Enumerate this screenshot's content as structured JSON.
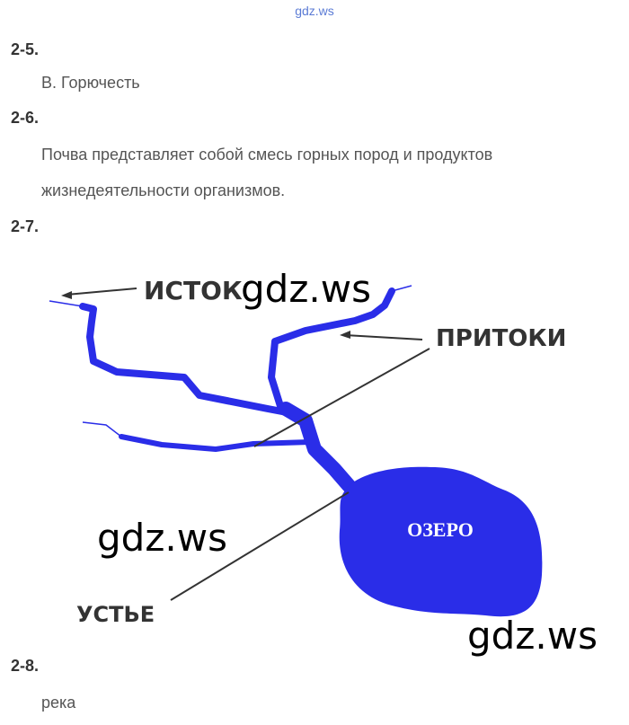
{
  "site_link": "gdz.ws",
  "sections": [
    {
      "number": "2-5.",
      "lines": [
        "В. Горючесть"
      ]
    },
    {
      "number": "2-6.",
      "lines": [
        "Почва представляет собой смесь горных пород и продуктов",
        "жизнедеятельности организмов."
      ]
    },
    {
      "number": "2-7."
    },
    {
      "number": "2-8.",
      "lines": [
        "река"
      ]
    }
  ],
  "diagram": {
    "labels": {
      "source": "ИСТОК",
      "tributaries": "ПРИТОКИ",
      "lake": "ОЗЕРО",
      "mouth": "УСТЬЕ"
    },
    "watermark": "gdz.ws",
    "water_color": "#2a2de8"
  }
}
